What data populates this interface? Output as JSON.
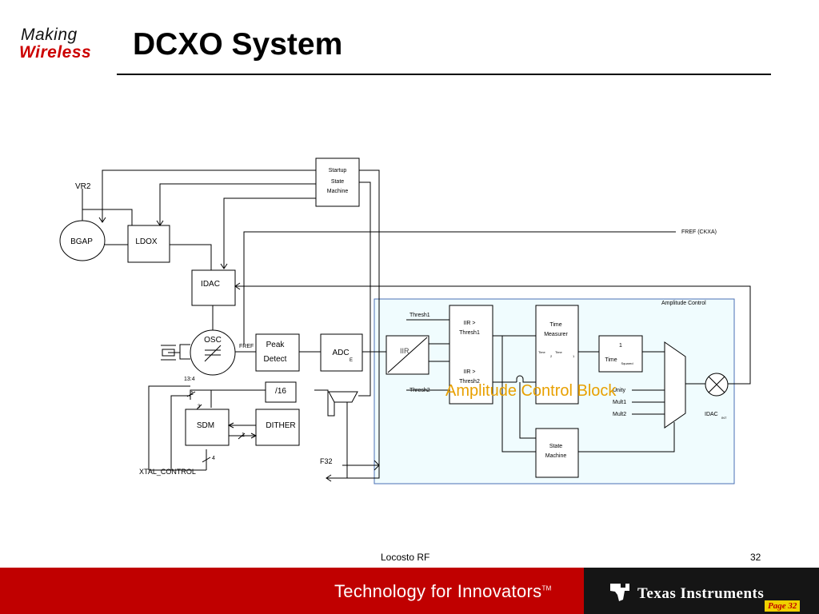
{
  "header": {
    "logo_line1": "Making",
    "logo_line2": "Wireless",
    "title": "DCXO System"
  },
  "diagram": {
    "blocks": {
      "startup": [
        "Startup",
        "State",
        "Machine"
      ],
      "bgap": "BGAP",
      "ldox": "LDOX",
      "idac": "IDAC",
      "osc": "OSC",
      "peak_detect": [
        "Peak",
        "Detect"
      ],
      "adc": "ADC",
      "div16": "/16",
      "sdm": "SDM",
      "dither": "DITHER",
      "iir": "IIR",
      "iir_thresh1": [
        "IIR >",
        "Thresh1"
      ],
      "iir_thresh2": [
        "IIR >",
        "Thresh2"
      ],
      "time_measurer": [
        "Time",
        "Measurer"
      ],
      "inverse": [
        "1",
        "Time"
      ],
      "squared_sub": "Squared",
      "state_machine": [
        "State",
        "Machine"
      ]
    },
    "labels": {
      "vr2": "VR2",
      "fref_ckxa": "FREF (CKXA)",
      "amplitude_control": "Amplitude Control",
      "amplitude_control_block": "Amplitude Control Block",
      "fref": "FREF",
      "thresh1": "Thresh1",
      "thresh2": "Thresh2",
      "xtal_control": "XTAL_CONTROL",
      "f32": "F32",
      "bits_13_4": "13:4",
      "bit_1a": "1",
      "bit_1b": "1",
      "bit_3": "3",
      "bit_4": "4",
      "unity": "Unity",
      "mult1": "Mult1",
      "mult2": "Mult2",
      "idac_out": "IDAC",
      "idac_out_sub": "INT",
      "time_small_a": "Time",
      "time_small_b": "Time",
      "sub_2": "2",
      "sub_1": "1",
      "adc_sub": "E"
    }
  },
  "footer": {
    "center": "Locosto RF",
    "page_number": "32",
    "tagline": "Technology for Innovators",
    "trademark": "TM",
    "company": "Texas Instruments",
    "page_badge": "Page 32"
  }
}
